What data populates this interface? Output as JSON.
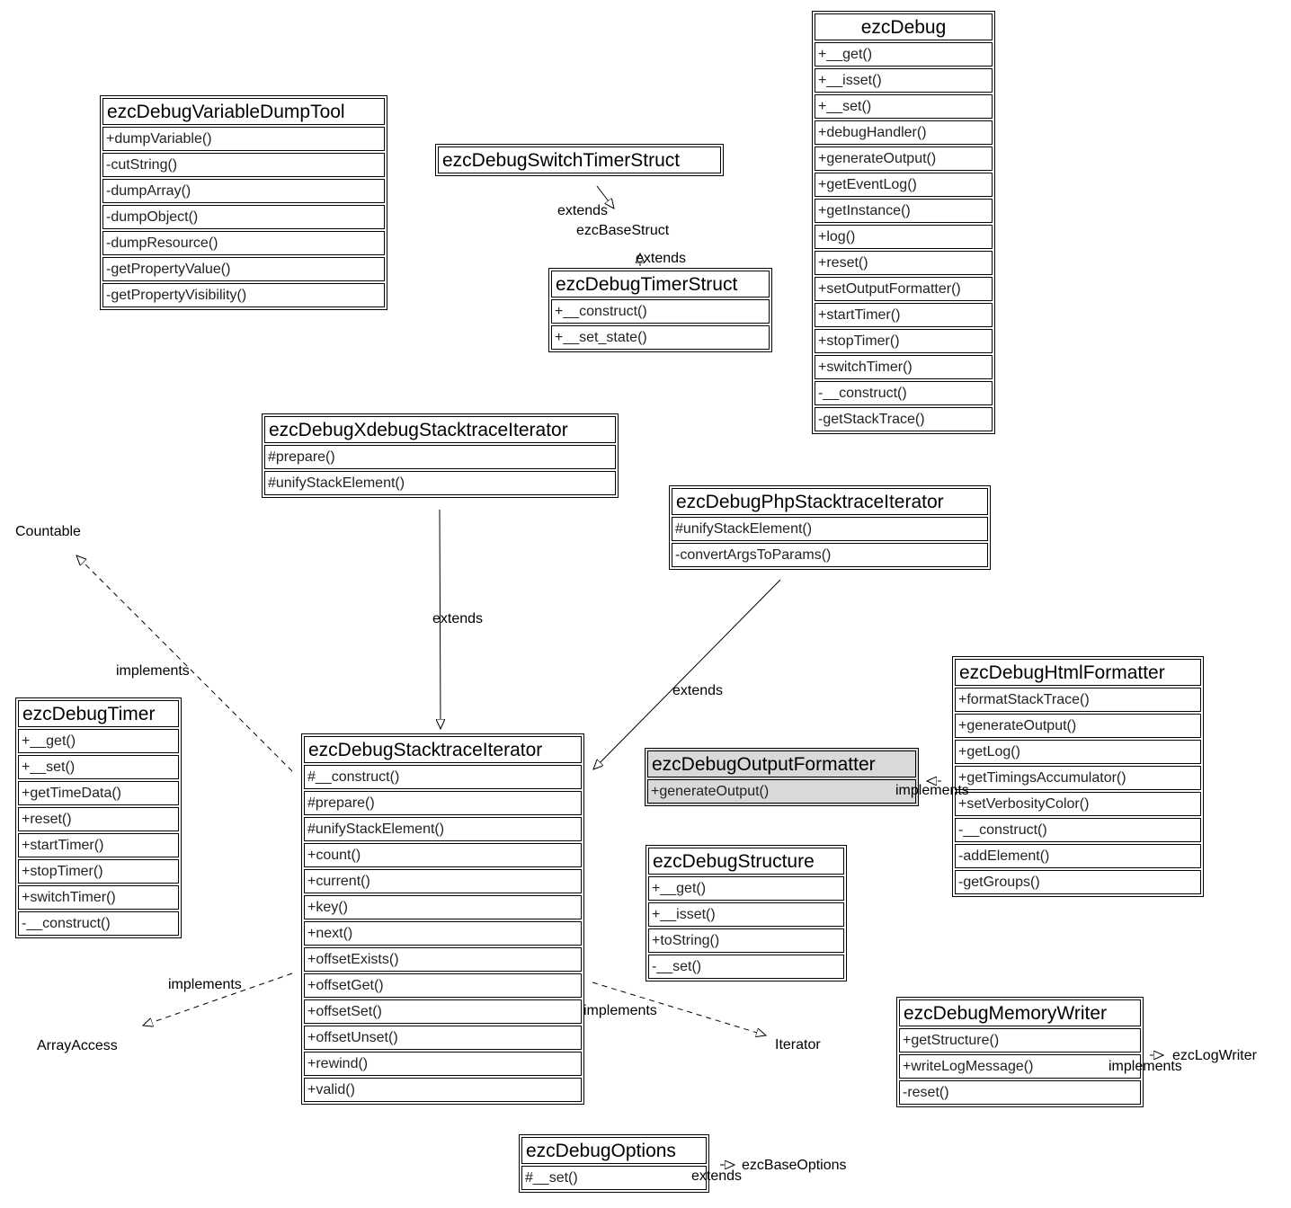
{
  "classes": [
    {
      "id": "ezcDebug",
      "name": "ezcDebug",
      "methods": [
        "+__get()",
        "+__isset()",
        "+__set()",
        "+debugHandler()",
        "+generateOutput()",
        "+getEventLog()",
        "+getInstance()",
        "+log()",
        "+reset()",
        "+setOutputFormatter()",
        "+startTimer()",
        "+stopTimer()",
        "+switchTimer()",
        "-__construct()",
        "-getStackTrace()"
      ]
    },
    {
      "id": "variabledump",
      "name": "ezcDebugVariableDumpTool",
      "methods": [
        "+dumpVariable()",
        "-cutString()",
        "-dumpArray()",
        "-dumpObject()",
        "-dumpResource()",
        "-getPropertyValue()",
        "-getPropertyVisibility()"
      ]
    },
    {
      "id": "switchtimer",
      "name": "ezcDebugSwitchTimerStruct",
      "methods": []
    },
    {
      "id": "timerstruct",
      "name": "ezcDebugTimerStruct",
      "methods": [
        "+__construct()",
        "+__set_state()"
      ]
    },
    {
      "id": "xdebug",
      "name": "ezcDebugXdebugStacktraceIterator",
      "methods": [
        "#prepare()",
        "#unifyStackElement()"
      ]
    },
    {
      "id": "php",
      "name": "ezcDebugPhpStacktraceIterator",
      "methods": [
        "#unifyStackElement()",
        "-convertArgsToParams()"
      ]
    },
    {
      "id": "html",
      "name": "ezcDebugHtmlFormatter",
      "methods": [
        "+formatStackTrace()",
        "+generateOutput()",
        "+getLog()",
        "+getTimingsAccumulator()",
        "+setVerbosityColor()",
        "-__construct()",
        "-addElement()",
        "-getGroups()"
      ]
    },
    {
      "id": "timer",
      "name": "ezcDebugTimer",
      "methods": [
        "+__get()",
        "+__set()",
        "+getTimeData()",
        "+reset()",
        "+startTimer()",
        "+stopTimer()",
        "+switchTimer()",
        "-__construct()"
      ]
    },
    {
      "id": "stacktrace",
      "name": "ezcDebugStacktraceIterator",
      "methods": [
        "#__construct()",
        "#prepare()",
        "#unifyStackElement()",
        "+count()",
        "+current()",
        "+key()",
        "+next()",
        "+offsetExists()",
        "+offsetGet()",
        "+offsetSet()",
        "+offsetUnset()",
        "+rewind()",
        "+valid()"
      ]
    },
    {
      "id": "outputformatter",
      "name": "ezcDebugOutputFormatter",
      "methods": [
        "+generateOutput()"
      ]
    },
    {
      "id": "structure",
      "name": "ezcDebugStructure",
      "methods": [
        "+__get()",
        "+__isset()",
        "+toString()",
        "-__set()"
      ]
    },
    {
      "id": "memorywriter",
      "name": "ezcDebugMemoryWriter",
      "methods": [
        "+getStructure()",
        "+writeLogMessage()",
        "-reset()"
      ]
    },
    {
      "id": "options",
      "name": "ezcDebugOptions",
      "methods": [
        "#__set()"
      ]
    }
  ],
  "externals": {
    "countable": "Countable",
    "arrayaccess": "ArrayAccess",
    "iterator": "Iterator",
    "ezcBaseStruct": "ezcBaseStruct",
    "ezcLogWriter": "ezcLogWriter",
    "ezcBaseOptions": "ezcBaseOptions"
  },
  "edge_labels": {
    "switch_extends": "extends",
    "timerstruct_extends": "extends",
    "xdebug_extends": "extends",
    "php_extends": "extends",
    "countable_implements": "implements",
    "arrayaccess_implements": "implements",
    "iterator_implements": "implements",
    "html_implements": "implements",
    "memory_implements": "implements",
    "options_extends": "extends"
  },
  "colors": {
    "interface_fill": "#d9d9d9",
    "line": "#000000"
  }
}
